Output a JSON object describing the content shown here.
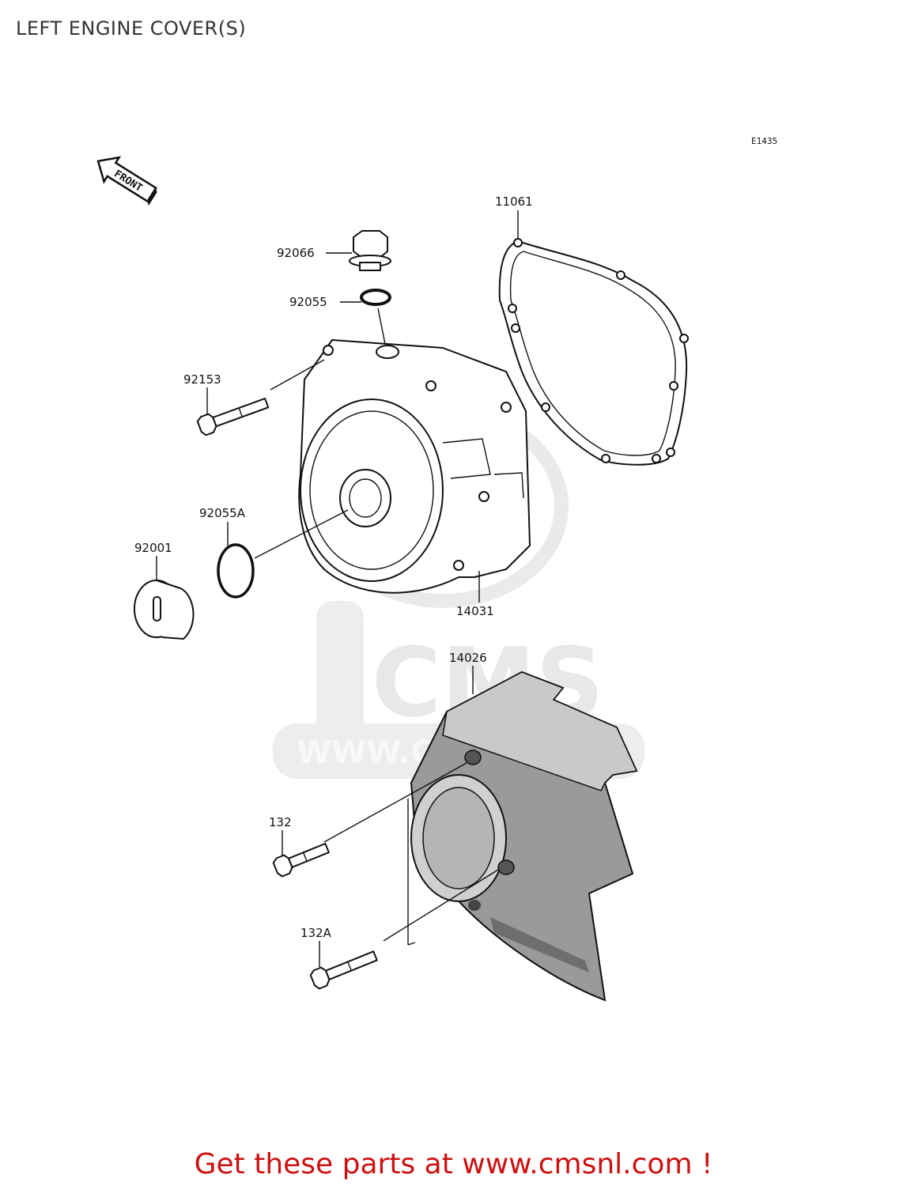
{
  "page": {
    "title": "LEFT ENGINE COVER(S)",
    "diagram_code": "E1435",
    "front_arrow_text": "FRONT",
    "footer_text": "Get these parts at www.cmsnl.com !"
  },
  "watermark": {
    "brand": "CMS",
    "url": "WWW.CMSNL.COM"
  },
  "parts": [
    {
      "id": "p11061",
      "number": "11061",
      "name": "gasket"
    },
    {
      "id": "p92066",
      "number": "92066",
      "name": "oil-filler-plug"
    },
    {
      "id": "p92055",
      "number": "92055",
      "name": "o-ring"
    },
    {
      "id": "p92153",
      "number": "92153",
      "name": "bolt"
    },
    {
      "id": "p92055A",
      "number": "92055A",
      "name": "o-ring"
    },
    {
      "id": "p92001",
      "number": "92001",
      "name": "cap"
    },
    {
      "id": "p14031",
      "number": "14031",
      "name": "generator-cover"
    },
    {
      "id": "p14026",
      "number": "14026",
      "name": "sprocket-cover"
    },
    {
      "id": "p132",
      "number": "132",
      "name": "bolt"
    },
    {
      "id": "p132A",
      "number": "132A",
      "name": "bolt"
    }
  ]
}
